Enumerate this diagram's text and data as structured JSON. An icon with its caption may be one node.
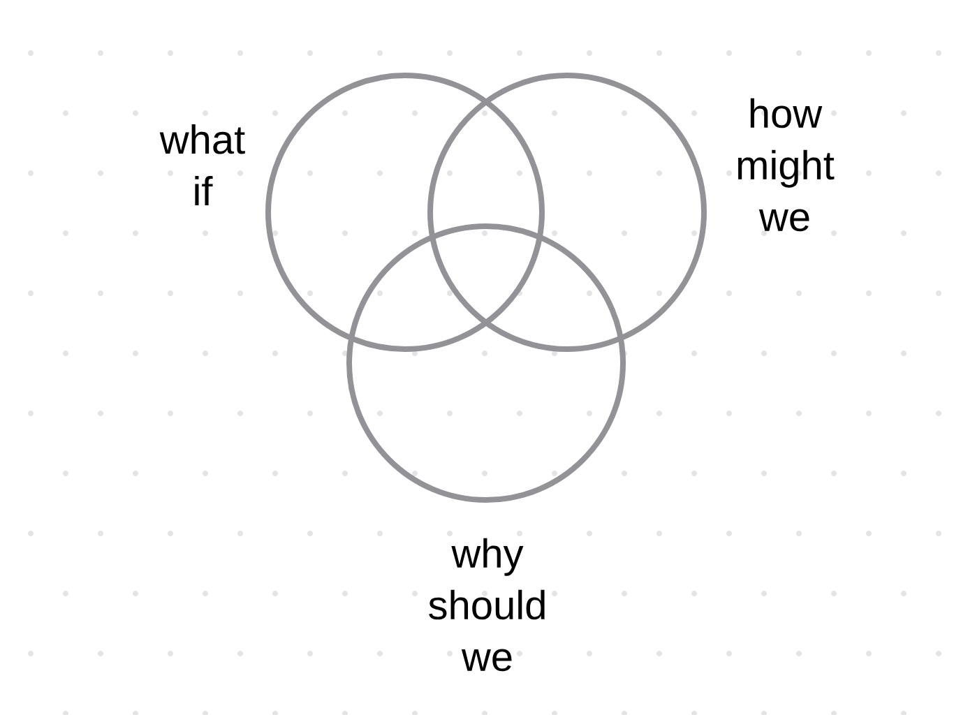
{
  "diagram": {
    "nodes": [
      {
        "text": [],
        "shape": "circle",
        "beside": [
          "what if"
        ]
      },
      {
        "text": [],
        "shape": "circle",
        "beside": [
          "how might we"
        ]
      },
      {
        "text": [],
        "shape": "circle",
        "beside": [
          "why should we"
        ]
      }
    ]
  }
}
